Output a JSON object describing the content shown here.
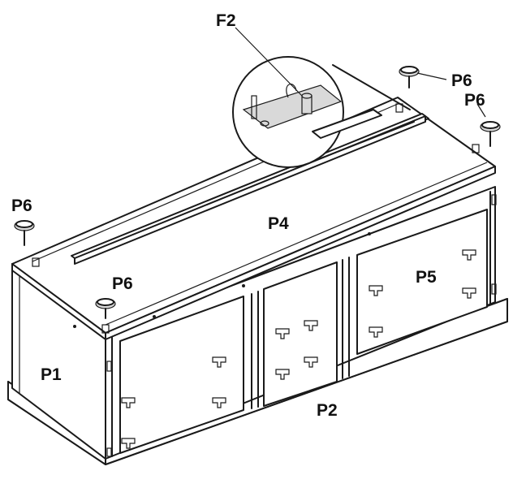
{
  "labels": {
    "f2": "F2",
    "p6_top_right_a": "P6",
    "p6_top_right_b": "P6",
    "p6_left": "P6",
    "p6_front": "P6",
    "p4": "P4",
    "p5": "P5",
    "p1": "P1",
    "p2": "P2"
  },
  "colors": {
    "line": "#1a1a1a",
    "panel": "#ffffff",
    "shade": "#d9d9d9"
  }
}
